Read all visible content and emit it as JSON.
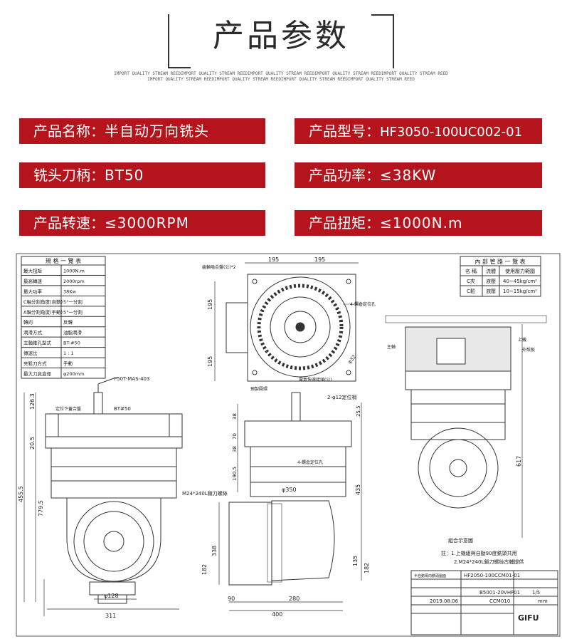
{
  "header": {
    "title": "产品参数",
    "tagline_1": "IMPORT QUALITY STREAM REEDIMPORT QUALITY STREAM REEDIMPORT QUALITY STREAM REEDIMPORT QUALITY STREAM REEDIMPORT QUALITY STREAM REED",
    "tagline_2": "IMPORT QUALITY STREAM REEDIMPORT QUALITY STREAM REEDIMPORT QUALITY STREAM REEDIMPORT QUALITY STREAM REED"
  },
  "specs": [
    {
      "label": "产品名称：",
      "value": "半自动万向铣头"
    },
    {
      "label": "产品型号：",
      "value": "HF3050-100UC002-01"
    },
    {
      "label": "铣头刀柄：",
      "value": "BT50"
    },
    {
      "label": "产品功率：",
      "value": "≤38KW"
    },
    {
      "label": "产品转速：",
      "value": "≤3000RPM"
    },
    {
      "label": "产品扭矩：",
      "value": "≤1000N.m"
    }
  ],
  "colors": {
    "accent_red": "#b5141c",
    "line": "#333333"
  },
  "drawing": {
    "spec_table": {
      "title": "規 格 一 覽 表",
      "rows": [
        [
          "最大扭矩",
          "1000N.m"
        ],
        [
          "最高轉速",
          "2000rpm"
        ],
        [
          "最大功率",
          "38Kw"
        ],
        [
          "C軸分割角度(自動)",
          "5°一分割"
        ],
        [
          "A軸分割角度(手動)",
          "5°一分割"
        ],
        [
          "轉向",
          "反轉"
        ],
        [
          "潤滑方式",
          "油脂潤滑"
        ],
        [
          "主軸錐孔型式",
          "BT-#50"
        ],
        [
          "傳速比",
          "1 : 1"
        ],
        [
          "夾鬆刀方式",
          "手動"
        ],
        [
          "最大刀具直徑",
          "φ200mm"
        ]
      ]
    },
    "piping_table": {
      "title": "內 部 管 路 一 覽 表",
      "headers": [
        "名 稱",
        "流體",
        "使用壓力範圍"
      ],
      "rows": [
        [
          "C夾",
          "液壓",
          "40~45kg/cm²"
        ],
        [
          "C鬆",
          "液壓",
          "10~15kg/cm²"
        ]
      ]
    },
    "labels": {
      "p50t": "P50T-MAS-403",
      "bt50": "BT#50",
      "locate_cover": "定位下蓋合盤",
      "gear_note": "齒輪嚙合盤(公)*2",
      "four_locate_hole": "4-螺倉定位孔",
      "two_locate_pin": "2-φ12定位梢",
      "four_locate_hole_2": "4-螺倉定位孔",
      "locate_ring": "預製圓環",
      "quick_joint": "電氣快速接頭(公)",
      "m24": "M24*240L鎖刀螺絲",
      "upper_plate": "上機",
      "spindle": "主軸",
      "outer_housing": "外殼板",
      "assembly_view": "組合示意圖",
      "note_1": "註：1.上機組與自動90度銑頭共用",
      "note_2": "2.M24*240L鎖刀螺絲古輔提供",
      "phi32": "φ32"
    },
    "dimensions": {
      "d195_top": "195",
      "d195_top_r": "195",
      "d195_v1": "195",
      "d195_v2": "195",
      "d126_3": "126.3",
      "d20_5": "20.5",
      "d455_5": "455.5",
      "d779_5": "779.5",
      "d128": "φ128",
      "d311": "311",
      "d25_5": "25.5",
      "d38": "38",
      "d70": "70",
      "d38b": "38",
      "d190_5": "190.5",
      "d350": "φ350",
      "d435": "435",
      "d338": "338",
      "d182": "182",
      "d135": "135",
      "d182b": "182",
      "d90": "90",
      "d280": "280",
      "d400": "400",
      "d617": "617"
    },
    "title_block": {
      "name": "半自動萬向銑頭圖面",
      "drawing_no": "HF2050-100CCM01-01",
      "part_no": "B5001-20VHF01",
      "scale": "1/5",
      "date": "2019.08.06",
      "code": "CCM010",
      "unit": "mm",
      "logo": "GIFU"
    }
  }
}
